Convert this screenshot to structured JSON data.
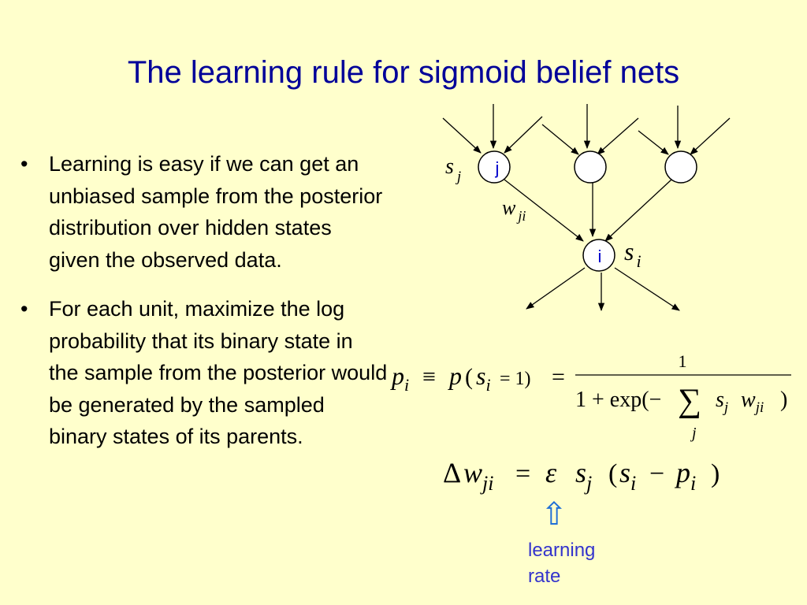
{
  "slide": {
    "title": "The learning rule for sigmoid belief nets"
  },
  "bullets": [
    "Learning is easy if we can get an unbiased sample from the posterior distribution over hidden states given the observed data.",
    "For each unit, maximize the log probability that its binary state in the sample from the posterior would be generated by the sampled binary states of its parents."
  ],
  "bullet_glyph": "•",
  "network": {
    "node_j_label": "j",
    "node_i_label": "i",
    "s_j": {
      "base": "s",
      "sub": "j"
    },
    "w_ji": {
      "base": "w",
      "sub": "ji"
    },
    "s_i": {
      "base": "s",
      "sub": "i"
    },
    "node_label_color": "#0000cc"
  },
  "equation1": {
    "lhs_p": "p",
    "lhs_i": "i",
    "equiv": "≡",
    "p_fn": "p",
    "open": "(",
    "s": "s",
    "s_sub": "i",
    "eq_one": "= 1)",
    "equals": "=",
    "numerator": "1",
    "den_start": "1 + exp(−",
    "sum": "∑",
    "sum_index": "j",
    "den_s": "s",
    "den_s_sub": "j",
    "den_w": "w",
    "den_w_sub": "ji",
    "den_close": ")"
  },
  "equation2": {
    "delta": "Δ",
    "w": "w",
    "w_sub": "ji",
    "equals": "=",
    "epsilon": "ε",
    "s": "s",
    "s_sub": "j",
    "paren_open": "(",
    "si": "s",
    "si_sub": "i",
    "minus": "−",
    "p": "p",
    "p_sub": "i",
    "paren_close": ")"
  },
  "arrow_glyph": "⇧",
  "learning_rate": [
    "learning",
    "rate"
  ],
  "colors": {
    "background": "#ffffcc",
    "title": "#000099",
    "accent": "#3333cc",
    "arrow": "#1f6fd6"
  }
}
